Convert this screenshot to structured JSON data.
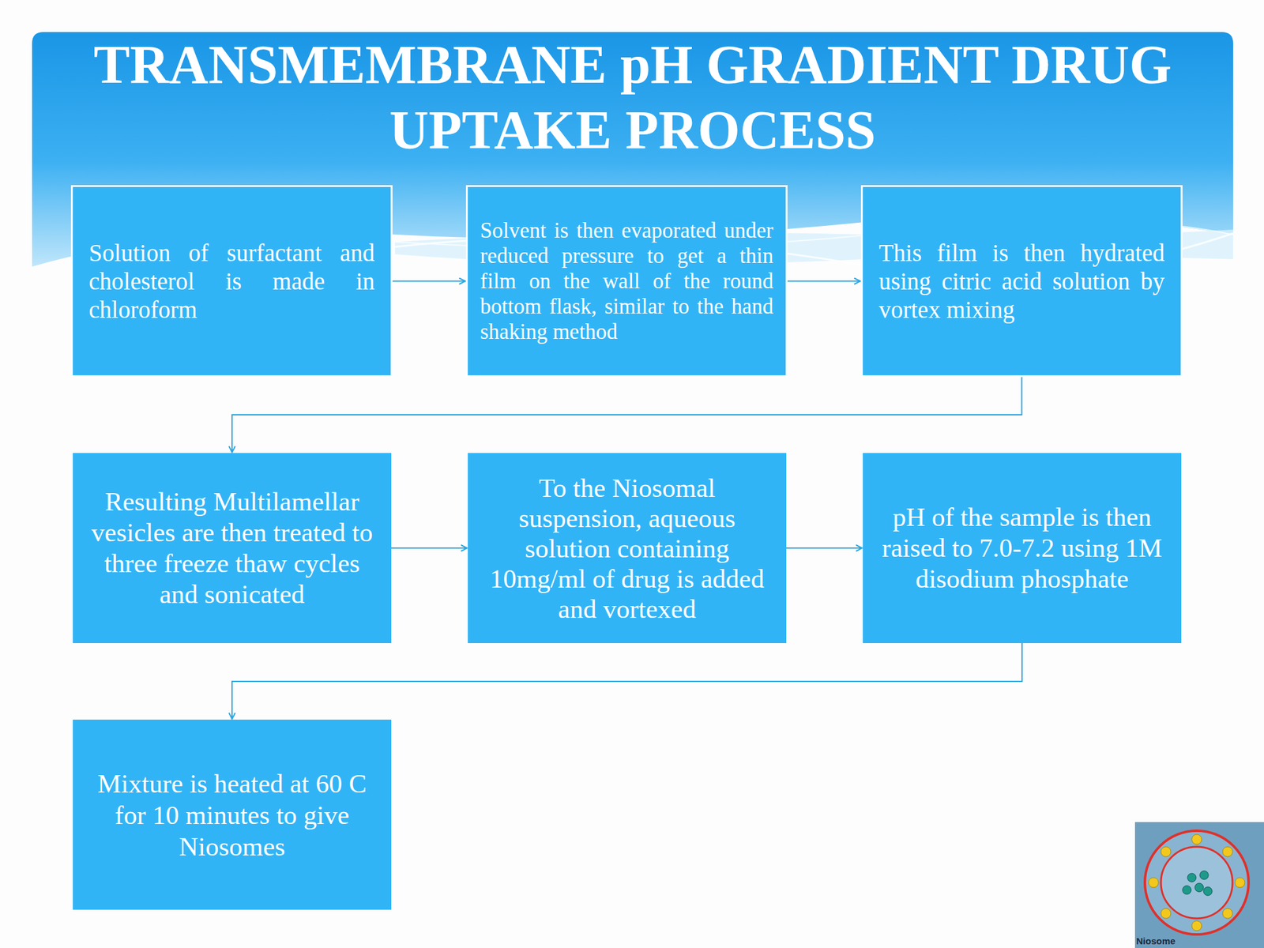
{
  "diagram": {
    "title": "TRANSMEMBRANE pH GRADIENT DRUG UPTAKE PROCESS",
    "nodes": [
      {
        "text": [
          "Solution of surfactant and cholesterol is made in chloroform"
        ]
      },
      {
        "text": [
          "Solvent is then evaporated under reduced pressure to get a thin film on the wall of the round bottom flask, similar to the hand shaking method"
        ]
      },
      {
        "text": [
          "This film is then hydrated using citric acid solution by vortex mixing"
        ]
      },
      {
        "text": [
          "Resulting Multilamellar vesicles are then treated to three freeze thaw cycles and sonicated"
        ]
      },
      {
        "text": [
          "To the Niosomal suspension, aqueous solution containing 10mg/ml of drug is added and vortexed"
        ]
      },
      {
        "text": [
          "pH of the sample is then raised to 7.0-7.2 using 1M disodium phosphate"
        ]
      },
      {
        "text": [
          "Mixture is heated at 60 C for 10 minutes to give Niosomes"
        ]
      }
    ],
    "edges": [
      {
        "from": 0,
        "to": 1,
        "arrow": "to"
      },
      {
        "from": 1,
        "to": 2,
        "arrow": "to"
      },
      {
        "from": 2,
        "to": 3,
        "arrow": "to"
      },
      {
        "from": 3,
        "to": 4,
        "arrow": "to"
      },
      {
        "from": 4,
        "to": 5,
        "arrow": "to"
      },
      {
        "from": 5,
        "to": 6,
        "arrow": "to"
      }
    ],
    "labels": [
      "Niosome"
    ]
  }
}
